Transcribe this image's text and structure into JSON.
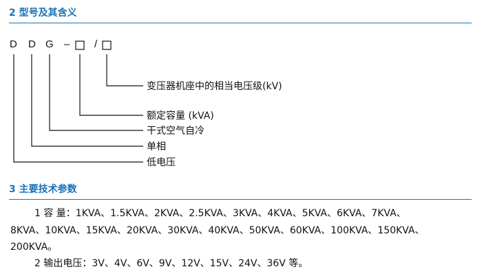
{
  "section2": {
    "heading": "2 型号及其含义",
    "code": {
      "letter1": "D",
      "letter2": "D",
      "letter3": "G",
      "dash": "–",
      "slash": "/"
    },
    "descriptions": [
      "变压器机座中的相当电压级(kV)",
      "额定容量 (kVA)",
      "干式空气自冷",
      "单相",
      "低电压"
    ]
  },
  "section3": {
    "heading": "3 主要技术参数",
    "capacity_line1": "1   容   量：1KVA、1.5KVA、2KVA、2.5KVA、3KVA、4KVA、5KVA、6KVA、7KVA、",
    "capacity_line2": "8KVA、10KVA、15KVA、20KVA、30KVA、40KVA、50KVA、60KVA、100KVA、150KVA、",
    "capacity_line3": "200KVA。",
    "voltage_line": "2 输出电压：3V、4V、6V、9V、12V、15V、24V、36V 等。"
  },
  "colors": {
    "heading": "#1a73b8",
    "text": "#111111"
  }
}
